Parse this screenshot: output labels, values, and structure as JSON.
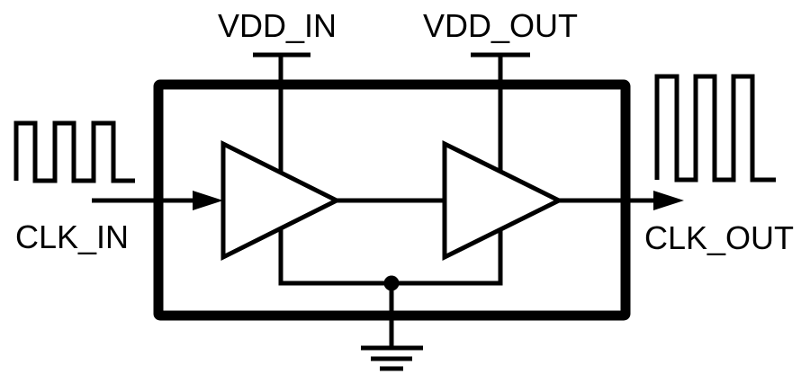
{
  "colors": {
    "line": "#000000",
    "background": "#ffffff"
  },
  "diagram": {
    "kind": "clock-buffer-block-diagram",
    "labels": {
      "vdd_in": "VDD_IN",
      "vdd_out": "VDD_OUT",
      "clk_in": "CLK_IN",
      "clk_out": "CLK_OUT"
    },
    "components": {
      "ic_boundary": "thick rectangular block outline",
      "input_buffer": "triangle buffer amplifier",
      "output_buffer": "triangle buffer amplifier",
      "vdd_in_tap": "power supply T-bar into input buffer",
      "vdd_out_tap": "power supply T-bar into output buffer",
      "clk_in_waveform": "small square-wave icon, 3 pulses",
      "clk_out_waveform": "large square-wave icon, 3 pulses",
      "ground": "three-bar earth ground symbol with junction dot"
    }
  }
}
